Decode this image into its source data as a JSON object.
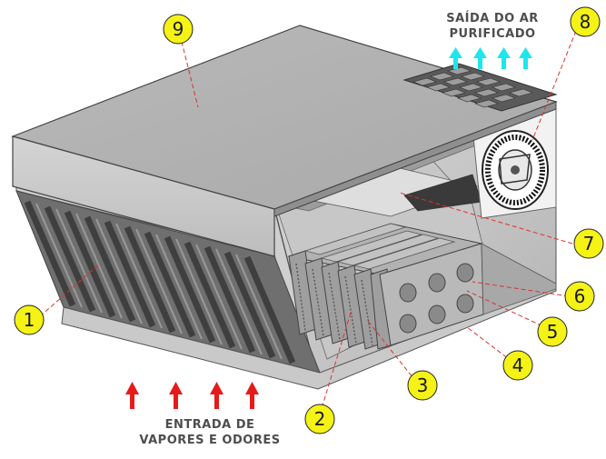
{
  "captions": {
    "outlet_line1": "SAÍDA DO AR",
    "outlet_line2": "PURIFICADO",
    "inlet_line1": "ENTRADA DE",
    "inlet_line2": "VAPORES E ODORES"
  },
  "callouts": [
    "1",
    "2",
    "3",
    "4",
    "5",
    "6",
    "7",
    "8",
    "9"
  ],
  "colors": {
    "badge_fill": "#f5f216",
    "outlet_arrow": "#1ee6f0",
    "inlet_arrow": "#e51b1b",
    "leader_line": "#e03030"
  }
}
